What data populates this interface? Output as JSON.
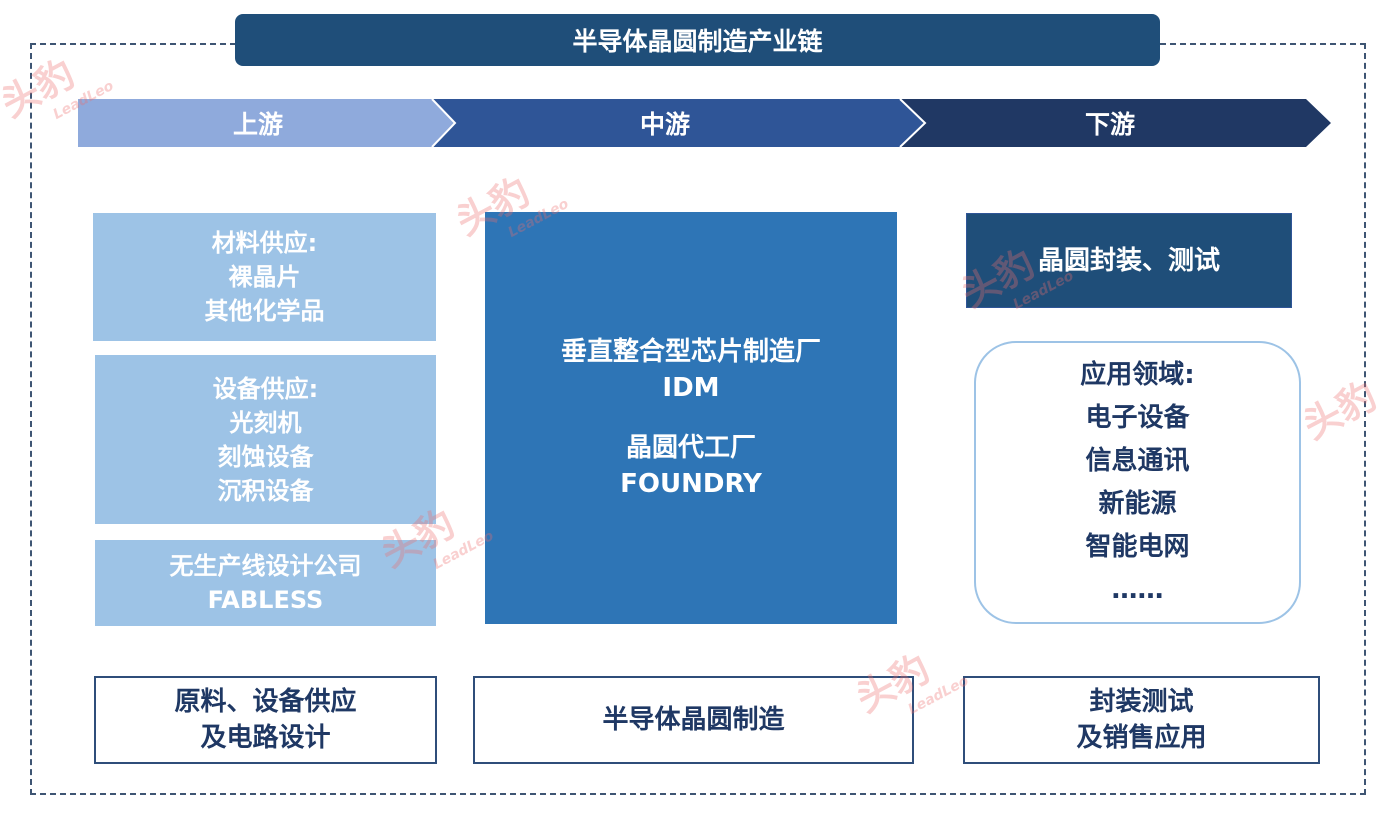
{
  "title": "半导体晶圆制造产业链",
  "stages": [
    {
      "label": "上游",
      "color": "#8faadc"
    },
    {
      "label": "中游",
      "color": "#2f5597"
    },
    {
      "label": "下游",
      "color": "#203864"
    }
  ],
  "upstream": {
    "materials": [
      "材料供应:",
      "裸晶片",
      "其他化学品"
    ],
    "equipment": [
      "设备供应:",
      "光刻机",
      "刻蚀设备",
      "沉积设备"
    ],
    "fabless": [
      "无生产线设计公司",
      "FABLESS"
    ]
  },
  "midstream": {
    "idm": [
      "垂直整合型芯片制造厂",
      "IDM"
    ],
    "foundry": [
      "晶圆代工厂",
      "FOUNDRY"
    ]
  },
  "downstream": {
    "packaging": "晶圆封装、测试",
    "applications": [
      "应用领域:",
      "电子设备",
      "信息通讯",
      "新能源",
      "智能电网",
      "……"
    ]
  },
  "summaries": {
    "upstream": [
      "原料、设备供应",
      "及电路设计"
    ],
    "midstream": "半导体晶圆制造",
    "downstream": [
      "封装测试",
      "及销售应用"
    ]
  },
  "watermark": {
    "main": "头豹",
    "sub": "LeadLeo"
  }
}
